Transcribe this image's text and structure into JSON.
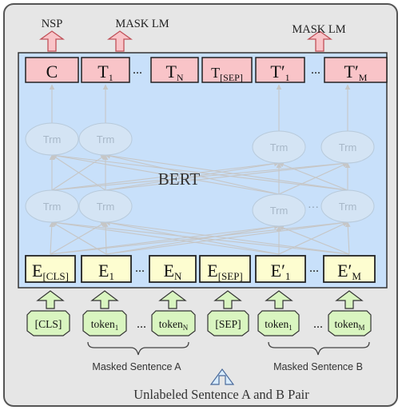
{
  "heads": {
    "nsp": "NSP",
    "mask_lm_left": "MASK LM",
    "mask_lm_right": "MASK LM"
  },
  "outputs": [
    {
      "base": "C",
      "sub": "",
      "prime": false
    },
    {
      "base": "T",
      "sub": "1",
      "prime": false
    },
    {
      "base": "T",
      "sub": "N",
      "prime": false
    },
    {
      "base": "T",
      "sub": "[SEP]",
      "prime": false
    },
    {
      "base": "T",
      "sub": "1",
      "prime": true
    },
    {
      "base": "T",
      "sub": "M",
      "prime": true
    }
  ],
  "embeddings": [
    {
      "base": "E",
      "sub": "[CLS]",
      "prime": false
    },
    {
      "base": "E",
      "sub": "1",
      "prime": false
    },
    {
      "base": "E",
      "sub": "N",
      "prime": false
    },
    {
      "base": "E",
      "sub": "[SEP]",
      "prime": false
    },
    {
      "base": "E",
      "sub": "1",
      "prime": true
    },
    {
      "base": "E",
      "sub": "M",
      "prime": true
    }
  ],
  "tokens": [
    {
      "base": "[CLS]",
      "sub": ""
    },
    {
      "base": "token",
      "sub": "1"
    },
    {
      "base": "token",
      "sub": "N"
    },
    {
      "base": "[SEP]",
      "sub": ""
    },
    {
      "base": "token",
      "sub": "1"
    },
    {
      "base": "token",
      "sub": "M"
    }
  ],
  "trm_label": "Trm",
  "model_label": "BERT",
  "ellipsis": "...",
  "ellipsis_small": "···",
  "brace_labels": {
    "left": "Masked Sentence A",
    "right": "Masked Sentence B"
  },
  "caption": "Unlabeled Sentence A and B Pair",
  "colors": {
    "outer_bg": "#e6e6e6",
    "panel_bg": "#c8e0fa",
    "output_fill": "#f9c4c8",
    "output_stroke": "#c05058",
    "embed_fill": "#fdfdd0",
    "token_fill": "#d9f5c0",
    "trm_fill": "#d4e4f4",
    "trm_text": "#a8b8c8",
    "link": "#c6c6c6",
    "input_arrow": "#d8ecff"
  }
}
